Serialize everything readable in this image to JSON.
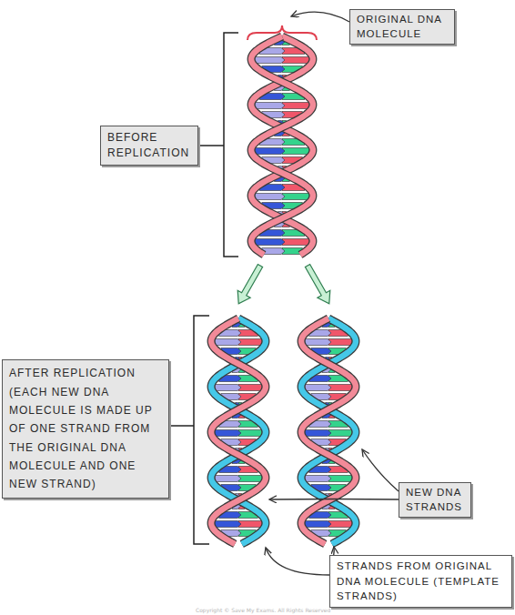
{
  "diagram": {
    "nodes": [
      {
        "text": [
          "ORIGINAL DNA MOLECULE"
        ]
      },
      {
        "text": [
          "BEFORE REPLICATION"
        ]
      },
      {
        "text": [
          "AFTER REPLICATION (EACH NEW DNA MOLECULE IS MADE UP OF ONE STRAND FROM THE ORIGINAL DNA MOLECULE AND ONE NEW STRAND)"
        ]
      },
      {
        "text": [
          "NEW DNA STRANDS"
        ]
      },
      {
        "text": [
          "STRANDS FROM ORIGINAL DNA MOLECULE (TEMPLATE STRANDS)"
        ]
      }
    ],
    "labels": [
      "Copyright © Save My Exams. All Rights Reserved"
    ]
  }
}
